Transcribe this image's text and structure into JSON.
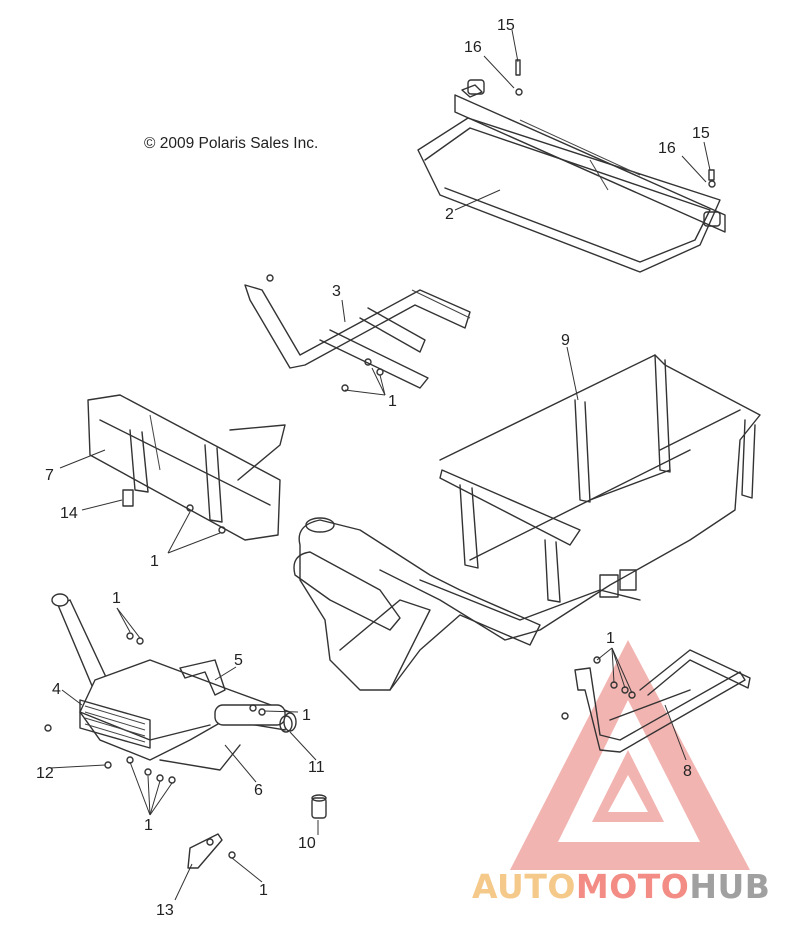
{
  "copyright": "© 2009 Polaris Sales Inc.",
  "callouts": {
    "c15a": "15",
    "c16a": "16",
    "c15b": "15",
    "c16b": "16",
    "c2": "2",
    "c3": "3",
    "c9": "9",
    "c1a": "1",
    "c7": "7",
    "c14": "14",
    "c1b": "1",
    "c1c": "1",
    "c5": "5",
    "c4": "4",
    "c1d": "1",
    "c11": "11",
    "c12": "12",
    "c6": "6",
    "c1e": "1",
    "c10": "10",
    "c1f": "1",
    "c13": "13",
    "c1g": "1",
    "c8": "8"
  },
  "watermark": {
    "auto": "AUTO",
    "moto": "MOTO",
    "hub": "HUB",
    "colors": {
      "triangle": "#f0a8a4",
      "auto": "#f4c98a",
      "moto": "#f28c84",
      "hub": "#a0a0a0"
    }
  }
}
